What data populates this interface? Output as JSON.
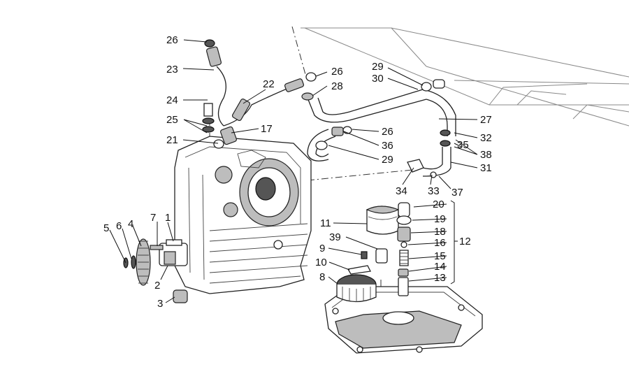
{
  "callouts": [
    "1",
    "2",
    "3",
    "4",
    "5",
    "6",
    "7",
    "8",
    "9",
    "10",
    "11",
    "12",
    "13",
    "14",
    "15",
    "16",
    "17",
    "18",
    "19",
    "20",
    "21",
    "22",
    "23",
    "24",
    "25",
    "26",
    "27",
    "28",
    "29",
    "30",
    "31",
    "32",
    "33",
    "34",
    "35",
    "36",
    "37",
    "38",
    "39"
  ],
  "callout_26b": "26",
  "callout_26c": "26",
  "callout_29b": "29"
}
